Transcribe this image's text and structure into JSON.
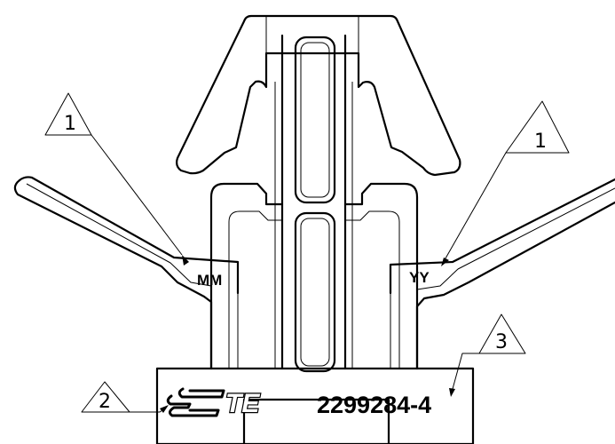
{
  "drawing": {
    "left_marking": "MM",
    "right_marking": "YY",
    "part_number": "2299284-4",
    "logo_text": "TE",
    "callouts": [
      "1",
      "1",
      "2",
      "3"
    ]
  }
}
